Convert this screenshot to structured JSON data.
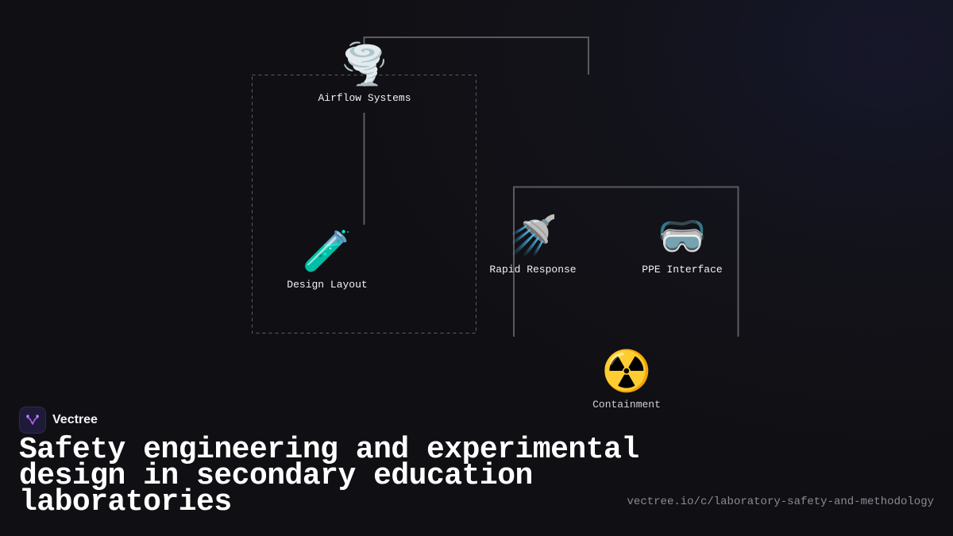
{
  "diagram": {
    "nodes": [
      {
        "id": "airflow",
        "icon": "🌪️",
        "icon_name": "tornado-icon",
        "label": "Airflow Systems"
      },
      {
        "id": "design",
        "icon": "🧪",
        "icon_name": "test-tube-icon",
        "label": "Design Layout"
      },
      {
        "id": "rapid",
        "icon": "🚿",
        "icon_name": "shower-icon",
        "label": "Rapid Response"
      },
      {
        "id": "ppe",
        "icon": "🥽",
        "icon_name": "goggles-icon",
        "label": "PPE Interface"
      },
      {
        "id": "containment",
        "icon": "☢️",
        "icon_name": "radioactive-icon",
        "label": "Containment"
      }
    ],
    "edges": [
      {
        "from": "airflow",
        "to": "design"
      },
      {
        "from": "airflow",
        "to": "rapid"
      },
      {
        "from": "rapid",
        "to": "ppe"
      },
      {
        "from": "rapid",
        "to": "containment"
      }
    ],
    "groups": [
      {
        "id": "left-group",
        "members": [
          "airflow",
          "design"
        ],
        "style": "dashed"
      }
    ]
  },
  "brand": {
    "name": "Vectree",
    "accent": "#a35fe0"
  },
  "title": "Safety engineering and experimental design in secondary education laboratories",
  "url": "vectree.io/c/laboratory-safety-and-methodology",
  "colors": {
    "background": "#121219",
    "connector": "#5a5a60",
    "text": "#ffffff",
    "muted": "#8a8a96"
  }
}
